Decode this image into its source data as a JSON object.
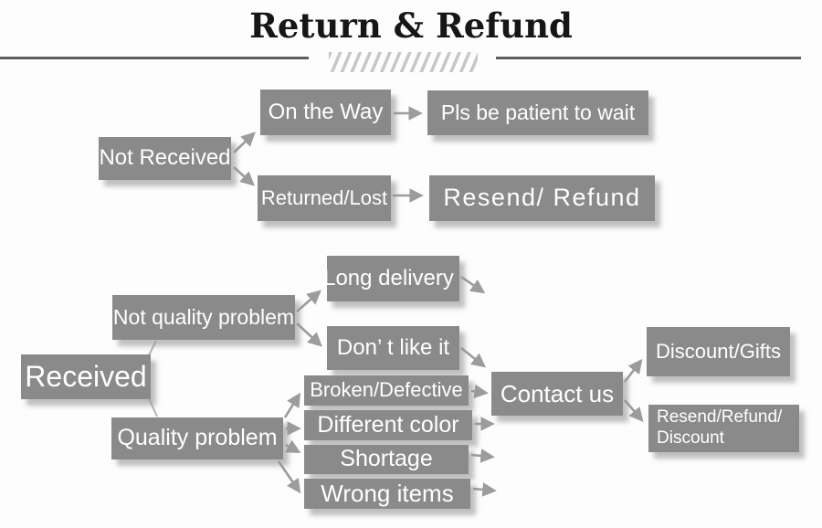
{
  "header": {
    "title": "Return & Refund"
  },
  "colors": {
    "node_fill": "#8a8a8a",
    "node_text": "#ffffff",
    "arrow": "#9c9c9c",
    "title_text": "#161616",
    "rule": "#5d5d5d",
    "hatch": "#c7c7c7",
    "background": "#fdfdfd"
  },
  "nodes": {
    "not_received": "Not Received",
    "on_the_way": "On the Way",
    "pls_wait": "Pls be patient to wait",
    "returned_lost": "Returned/Lost",
    "resend_refund": "Resend/ Refund",
    "received": "Received",
    "not_quality_problem": "Not quality problem",
    "long_delivery": "Long delivery",
    "dont_like_it": "Don’ t like it",
    "quality_problem": "Quality problem",
    "broken_defective": "Broken/Defective",
    "different_color": "Different color",
    "shortage": "Shortage",
    "wrong_items": "Wrong items",
    "contact_us": "Contact us",
    "discount_gifts": "Discount/Gifts",
    "resend_refund_discount": "Resend/Refund/\nDiscount"
  },
  "edges": [
    {
      "from": "not_received",
      "to": "on_the_way"
    },
    {
      "from": "not_received",
      "to": "returned_lost"
    },
    {
      "from": "on_the_way",
      "to": "pls_wait"
    },
    {
      "from": "returned_lost",
      "to": "resend_refund"
    },
    {
      "from": "received",
      "to": "not_quality_problem"
    },
    {
      "from": "received",
      "to": "quality_problem"
    },
    {
      "from": "not_quality_problem",
      "to": "long_delivery"
    },
    {
      "from": "not_quality_problem",
      "to": "dont_like_it"
    },
    {
      "from": "long_delivery",
      "to": "contact_us"
    },
    {
      "from": "dont_like_it",
      "to": "contact_us"
    },
    {
      "from": "quality_problem",
      "to": "broken_defective"
    },
    {
      "from": "quality_problem",
      "to": "different_color"
    },
    {
      "from": "quality_problem",
      "to": "shortage"
    },
    {
      "from": "quality_problem",
      "to": "wrong_items"
    },
    {
      "from": "broken_defective",
      "to": "contact_us"
    },
    {
      "from": "different_color",
      "to": "contact_us"
    },
    {
      "from": "shortage",
      "to": "contact_us"
    },
    {
      "from": "wrong_items",
      "to": "contact_us"
    },
    {
      "from": "contact_us",
      "to": "discount_gifts"
    },
    {
      "from": "contact_us",
      "to": "resend_refund_discount"
    }
  ]
}
